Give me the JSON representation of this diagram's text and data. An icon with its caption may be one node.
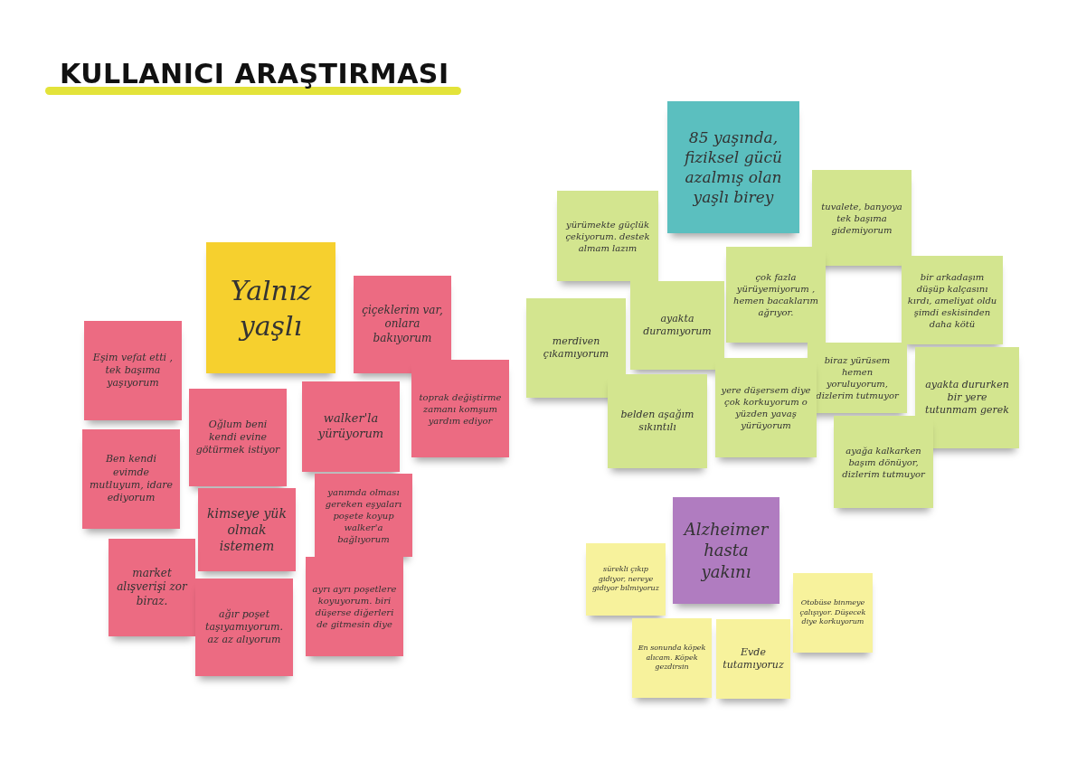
{
  "diagram": {
    "title": "KULLANICI ARAŞTIRMASI",
    "nodes": [
      {
        "text": [
          "Yalnız yaşlı"
        ]
      },
      {
        "text": [
          "Eşim vefat etti , tek başıma yaşıyorum"
        ]
      },
      {
        "text": [
          "çiçeklerim var, onlara bakıyorum"
        ]
      },
      {
        "text": [
          "Oğlum beni kendi evine götürmek istiyor"
        ]
      },
      {
        "text": [
          "walker'la yürüyorum"
        ]
      },
      {
        "text": [
          "toprak değiştirme zamanı komşum yardım ediyor"
        ]
      },
      {
        "text": [
          "Ben kendi evimde mutluyum, idare ediyorum"
        ]
      },
      {
        "text": [
          "kimseye yük olmak istemem"
        ]
      },
      {
        "text": [
          "yanımda olması gereken eşyaları poşete koyup walker'a bağlıyorum"
        ]
      },
      {
        "text": [
          "market alışverişi zor biraz."
        ]
      },
      {
        "text": [
          "ağır poşet taşıyamıyorum. az az alıyorum"
        ]
      },
      {
        "text": [
          "ayrı ayrı poşetlere koyuyorum. biri düşerse diğerleri de gitmesin diye"
        ]
      },
      {
        "text": [
          "85 yaşında, fiziksel gücü azalmış olan yaşlı birey"
        ]
      },
      {
        "text": [
          "yürümekte güçlük çekiyorum. destek almam lazım"
        ]
      },
      {
        "text": [
          "tuvalete, banyoya tek başıma gidemiyorum"
        ]
      },
      {
        "text": [
          "çok fazla yürüyemiyorum , hemen bacaklarım ağrıyor."
        ]
      },
      {
        "text": [
          "bir arkadaşım düşüp kalçasını kırdı, ameliyat oldu şimdi eskisinden daha kötü"
        ]
      },
      {
        "text": [
          "merdiven çıkamıyorum"
        ]
      },
      {
        "text": [
          "ayakta duramıyorum"
        ]
      },
      {
        "text": [
          "biraz yürüsem hemen yoruluyorum, dizlerim tutmuyor"
        ]
      },
      {
        "text": [
          "ayakta dururken bir yere tutunmam gerek"
        ]
      },
      {
        "text": [
          "belden aşağım sıkıntılı"
        ]
      },
      {
        "text": [
          "yere düşersem diye çok korkuyorum o yüzden yavaş yürüyorum"
        ]
      },
      {
        "text": [
          "ayağa kalkarken başım dönüyor, dizlerim tutmuyor"
        ]
      },
      {
        "text": [
          "Alzheimer hasta yakını"
        ]
      },
      {
        "text": [
          "sürekli çıkıp gidiyor, nereye gidiyor bilmiyoruz"
        ]
      },
      {
        "text": [
          "Otobüse binmeye çalışıyor. Düşecek diye korkuyorum"
        ]
      },
      {
        "text": [
          "En sonunda köpek alıcam. Köpek gezdirsin"
        ]
      },
      {
        "text": [
          "Evde tutamıyoruz"
        ]
      }
    ]
  }
}
